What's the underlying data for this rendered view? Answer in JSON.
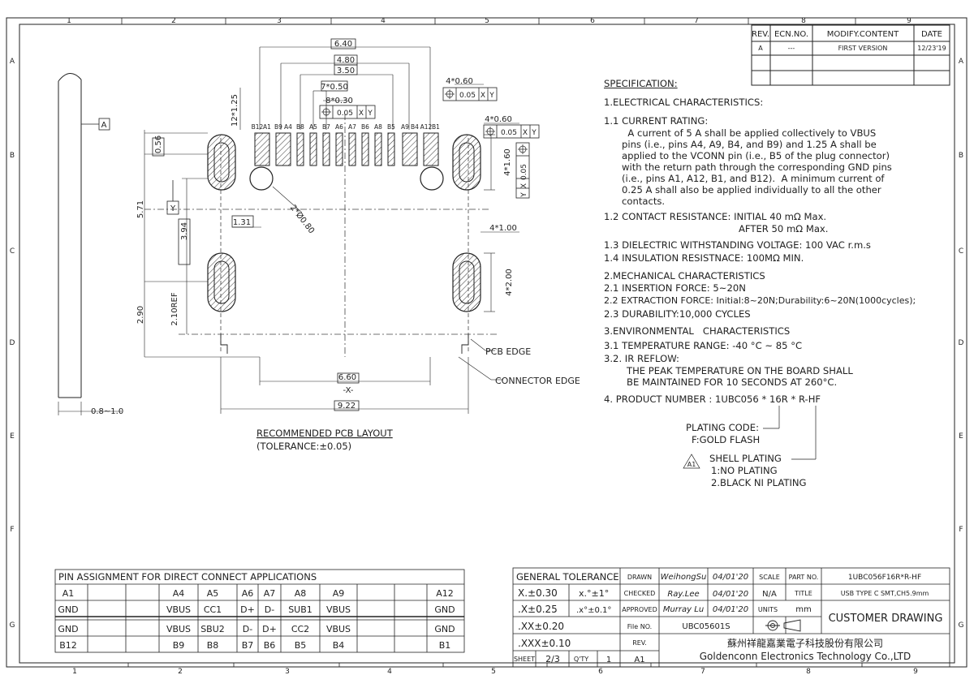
{
  "border": {
    "columns": [
      "1",
      "2",
      "3",
      "4",
      "5",
      "6",
      "7",
      "8",
      "9"
    ],
    "rows": [
      "A",
      "B",
      "C",
      "D",
      "E",
      "F",
      "G"
    ]
  },
  "revision_table": {
    "headers": [
      "REV.",
      "ECN.NO.",
      "MODIFY.CONTENT",
      "DATE"
    ],
    "rows": [
      [
        "A",
        "---",
        "FIRST VERSION",
        "12/23'19"
      ]
    ]
  },
  "drawing": {
    "side_view": {
      "datum_label": "A",
      "dim": "0.8~1.0"
    },
    "dims": {
      "d640": "6.40",
      "d480": "4.80",
      "d350": "3.50",
      "d7x050": "7*0.50",
      "d8x030": "8*0.30",
      "tol005": "0.05",
      "refX": "X",
      "refY": "Y",
      "d4x060a": "4*0.60",
      "d4x060b": "4*0.60",
      "d12x125": "12*1.25",
      "d056": "0.56",
      "d571": "5.71",
      "d394": "3.94",
      "d131": "1.31",
      "d2x080": "2*Ø0.80",
      "d4x160": "4*1.60",
      "d4x100": "4*1.00",
      "d4x200": "4*2.00",
      "d290": "2.90",
      "d210ref": "2.10REF",
      "d660": "6.60",
      "datumX": "-X-",
      "d922": "9.22",
      "datumYbox": "Y",
      "pcb_edge": "PCB EDGE",
      "connector_edge": "CONNECTOR EDGE"
    },
    "pin_labels": [
      "B12",
      "A1",
      "B9",
      "A4",
      "B8",
      "A5",
      "B7",
      "A6",
      "A7",
      "B6",
      "A8",
      "B5",
      "A9",
      "B4",
      "A12",
      "B1"
    ],
    "title": "RECOMMENDED PCB LAYOUT",
    "tolerance": "(TOLERANCE:±0.05)"
  },
  "specification": {
    "title": "SPECIFICATION:",
    "lines": [
      "1.ELECTRICAL CHARACTERISTICS:",
      "1.1 CURRENT RATING:",
      "  A current of 5 A shall be applied collectively to VBUS",
      "pins (i.e., pins A4, A9, B4, and B9) and 1.25 A shall be",
      "applied to the VCONN pin (i.e., B5 of the plug connector)",
      "with the return path through the corresponding GND pins",
      "(i.e., pins A1, A12, B1, and B12).  A minimum current of",
      "0.25 A shall also be applied individually to all the other",
      "contacts.",
      "1.2 CONTACT RESISTANCE: INITIAL 40 mΩ Max.",
      "AFTER 50 mΩ Max.",
      "1.3 DIELECTRIC WITHSTANDING VOLTAGE: 100 VAC r.m.s",
      "1.4 INSULATION RESISTNACE: 100MΩ MIN.",
      "2.MECHANICAL CHARACTERISTICS",
      "2.1 INSERTION FORCE: 5~20N",
      "2.2 EXTRACTION FORCE: Initial:8~20N;Durability:6~20N(1000cycles);",
      "2.3 DURABILITY:10,000 CYCLES",
      "3.ENVIRONMENTAL   CHARACTERISTICS",
      "3.1 TEMPERATURE RANGE: -40 °C ~ 85 °C",
      "3.2. IR REFLOW:",
      "THE PEAK TEMPERATURE ON THE BOARD SHALL",
      "BE MAINTAINED FOR 10 SECONDS AT 260°C.",
      "4. PRODUCT NUMBER : 1UBC056 * 16R * R-HF"
    ],
    "plating_code": "PLATING CODE:",
    "gold_flash": "F:GOLD FLASH",
    "rev_mark": "A1",
    "shell_plating": "SHELL PLATING",
    "no_plating": "1:NO PLATING",
    "black_ni": "2.BLACK NI PLATING"
  },
  "pin_table": {
    "title": "PIN ASSIGNMENT FOR DIRECT CONNECT APPLICATIONS",
    "row1": [
      "A1",
      "",
      "",
      "A4",
      "A5",
      "A6",
      "A7",
      "A8",
      "A9",
      "",
      "",
      "A12"
    ],
    "row2": [
      "GND",
      "",
      "",
      "VBUS",
      "CC1",
      "D+",
      "D-",
      "SUB1",
      "VBUS",
      "",
      "",
      "GND"
    ],
    "row3": [
      "GND",
      "",
      "",
      "VBUS",
      "SBU2",
      "D-",
      "D+",
      "CC2",
      "VBUS",
      "",
      "",
      "GND"
    ],
    "row4": [
      "B12",
      "",
      "",
      "B9",
      "B8",
      "B7",
      "B6",
      "B5",
      "B4",
      "",
      "",
      "B1"
    ]
  },
  "title_block": {
    "general_tolerance": "GENERAL TOLERANCE",
    "tol": [
      [
        "X.±0.30",
        "x.°±1°"
      ],
      [
        ".X±0.25",
        ".x°±0.1°"
      ],
      [
        ".XX±0.20",
        ""
      ],
      [
        ".XXX±0.10",
        ""
      ]
    ],
    "drawn_label": "DRAWN",
    "drawn_by": "WeihongSu",
    "drawn_date": "04/01'20",
    "checked_label": "CHECKED",
    "checked_by": "Ray.Lee",
    "checked_date": "04/01'20",
    "approved_label": "APPROVED",
    "approved_by": "Murray Lu",
    "approved_date": "04/01'20",
    "scale_label": "SCALE",
    "scale": "N/A",
    "units_label": "UNITS",
    "units": "mm",
    "file_label": "File NO.",
    "file_no": "UBC05601S",
    "part_label": "PART NO.",
    "part_no": "1UBC056F16R*R-HF",
    "title_label": "TITLE",
    "title": "USB TYPE C SMT,CH5.9mm",
    "customer_drawing": "CUSTOMER DRAWING",
    "rev_label": "REV.",
    "rev": "A1",
    "sheet_label": "SHEET",
    "sheet": "2/3",
    "qty_label": "Q'TY",
    "qty": "1",
    "company_cn": "蘇州祥龍嘉業電子科技股份有限公司",
    "company_en": "Goldenconn Electronics Technology Co.,LTD"
  }
}
